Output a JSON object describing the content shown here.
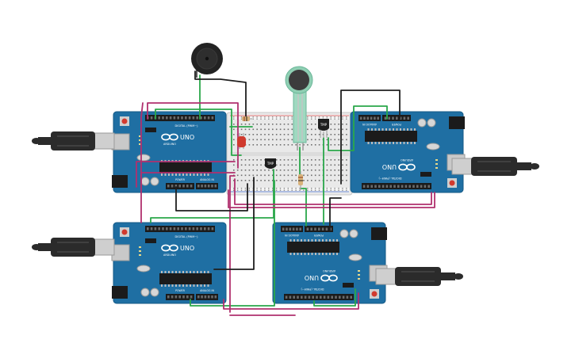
{
  "colors": {
    "board": "#1f6fa3",
    "board_dark": "#155a86",
    "wire_green": "#2aa84a",
    "wire_magenta": "#b0306e",
    "wire_black": "#1e1e1e",
    "breadboard": "#e9e9e9",
    "usb": "#2b2b2b"
  },
  "boards": [
    {
      "name": "uno-top-left",
      "brand": "ARDUINO",
      "model": "UNO",
      "rotated": false,
      "header": "DIGITAL (PWM~)",
      "power": "POWER",
      "analog": "ANALOG IN"
    },
    {
      "name": "uno-bottom-left",
      "brand": "ARDUINO",
      "model": "UNO",
      "rotated": false,
      "header": "DIGITAL (PWM~)",
      "power": "POWER",
      "analog": "ANALOG IN"
    },
    {
      "name": "uno-top-right",
      "brand": "ARDUINO",
      "model": "UNO",
      "rotated": true,
      "header": "DIGITAL (PWM~)",
      "power": "POWER",
      "analog": "ANALOG IN"
    },
    {
      "name": "uno-bottom-right",
      "brand": "ARDUINO",
      "model": "UNO",
      "rotated": true,
      "header": "DIGITAL (PWM~)",
      "power": "POWER",
      "analog": "ANALOG IN"
    }
  ],
  "components": {
    "buzzer": "piezo-buzzer",
    "sensor": "force-sensor",
    "temp_label": "TMP",
    "led": "red-led"
  }
}
